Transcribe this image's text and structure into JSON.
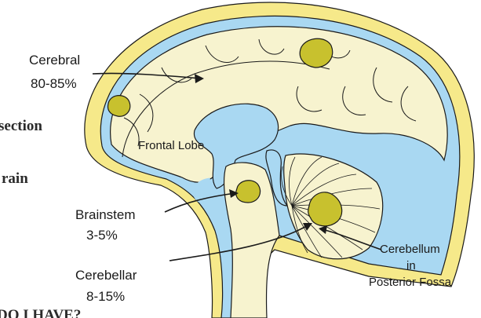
{
  "background_text": {
    "line1": "section",
    "line2": "rain",
    "line3": "DO I HAVE?"
  },
  "labels": {
    "cerebral_name": "Cerebral",
    "cerebral_pct": "80-85%",
    "frontal_lobe": "Frontal Lobe",
    "brainstem_name": "Brainstem",
    "brainstem_pct": "3-5%",
    "cerebellar_name": "Cerebellar",
    "cerebellar_pct": "8-15%",
    "cerebellum_line1": "Cerebellum",
    "cerebellum_line2": "in",
    "cerebellum_line3": "Posterior Fossa"
  },
  "colors": {
    "skull": "#f6e98a",
    "csf": "#a9d8f2",
    "brain": "#f7f3cf",
    "lesion": "#c8c12e",
    "outline": "#1a1a1a"
  }
}
